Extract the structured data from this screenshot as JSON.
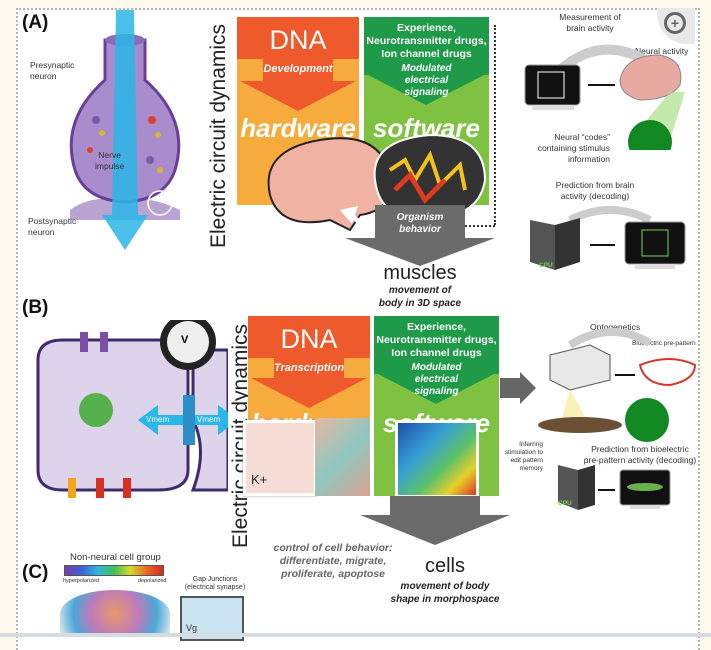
{
  "panels": {
    "A": {
      "label": "(A)",
      "synapse": {
        "presynaptic": "Presynaptic\nneuron",
        "impulse": "Nerve\nimpulse",
        "postsynaptic": "Postsynaptic\nneuron"
      },
      "vertical_title": "Electric circuit dynamics",
      "hardware_box": {
        "top": "DNA",
        "arrow_text": "Development",
        "word": "hardware"
      },
      "software_box": {
        "inputs": [
          "Experience,",
          "Neurotransmitter drugs,",
          "Ion channel drugs"
        ],
        "arrow_text": [
          "Modulated",
          "electrical",
          "signaling"
        ],
        "word": "software"
      },
      "output_arrow": [
        "Organism",
        "behavior"
      ],
      "output_word": "muscles",
      "output_sub": [
        "movement of",
        "body in 3D space"
      ],
      "decoding": {
        "measurement": [
          "Measurement of",
          "brain activity"
        ],
        "neural_activity": "Neural activity",
        "codes": [
          "Neural “codes”",
          "containing stimulus",
          "information"
        ],
        "prediction": [
          "Prediction from brain",
          "activity (decoding)"
        ],
        "cpu": "CPU"
      }
    },
    "B": {
      "label": "(B)",
      "vmem_left": "Vmem",
      "vmem_right": "Vmem",
      "meter": "V",
      "vertical_title": "Electric circuit dynamics",
      "hardware_box": {
        "top": "DNA",
        "arrow_text": "Transcription",
        "word": "hardware",
        "ion": "K+"
      },
      "software_box": {
        "inputs": [
          "Experience,",
          "Neurotransmitter drugs,",
          "Ion channel drugs"
        ],
        "arrow_text": [
          "Modulated",
          "electrical",
          "signaling"
        ],
        "word": "software"
      },
      "control_text": [
        "control of cell behavior:",
        "differentiate, migrate,",
        "proliferate, apoptose"
      ],
      "output_word": "cells",
      "output_sub": [
        "movement of body",
        "shape in morphospace"
      ],
      "decoding": {
        "optogenetics": "Optogenetics",
        "prepattern": "Bioelectric pre-pattern",
        "prediction": [
          "Prediction from bioelectric",
          "pre-pattern activity (decoding)"
        ],
        "inferring": [
          "Inferring",
          "stimulation to",
          "edit pattern",
          "memory"
        ],
        "cpu": "CPU"
      }
    },
    "C": {
      "label": "(C)",
      "title": "Non-neural cell group",
      "scale_left": "hyperpolarized",
      "scale_right": "depolarized",
      "gap_title": [
        "Gap Junctions",
        "(electrical synapse)"
      ],
      "vg": "Vg"
    }
  },
  "colors": {
    "hardware_top": "#ee5a2b",
    "hardware_body": "#f7ab3d",
    "software_top": "#1e9a48",
    "software_body": "#7fc241",
    "output_arrow": "#6b6b6b",
    "impulse_blue": "#29b6e8"
  }
}
